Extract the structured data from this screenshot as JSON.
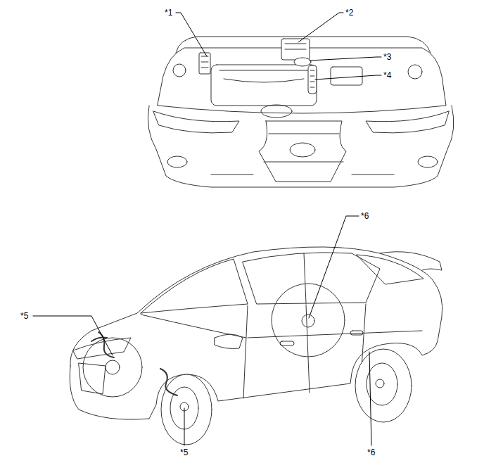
{
  "diagram": {
    "labels": [
      "*1",
      "*2",
      "*3",
      "*4",
      "*6",
      "*5",
      "*5",
      "*6"
    ]
  }
}
